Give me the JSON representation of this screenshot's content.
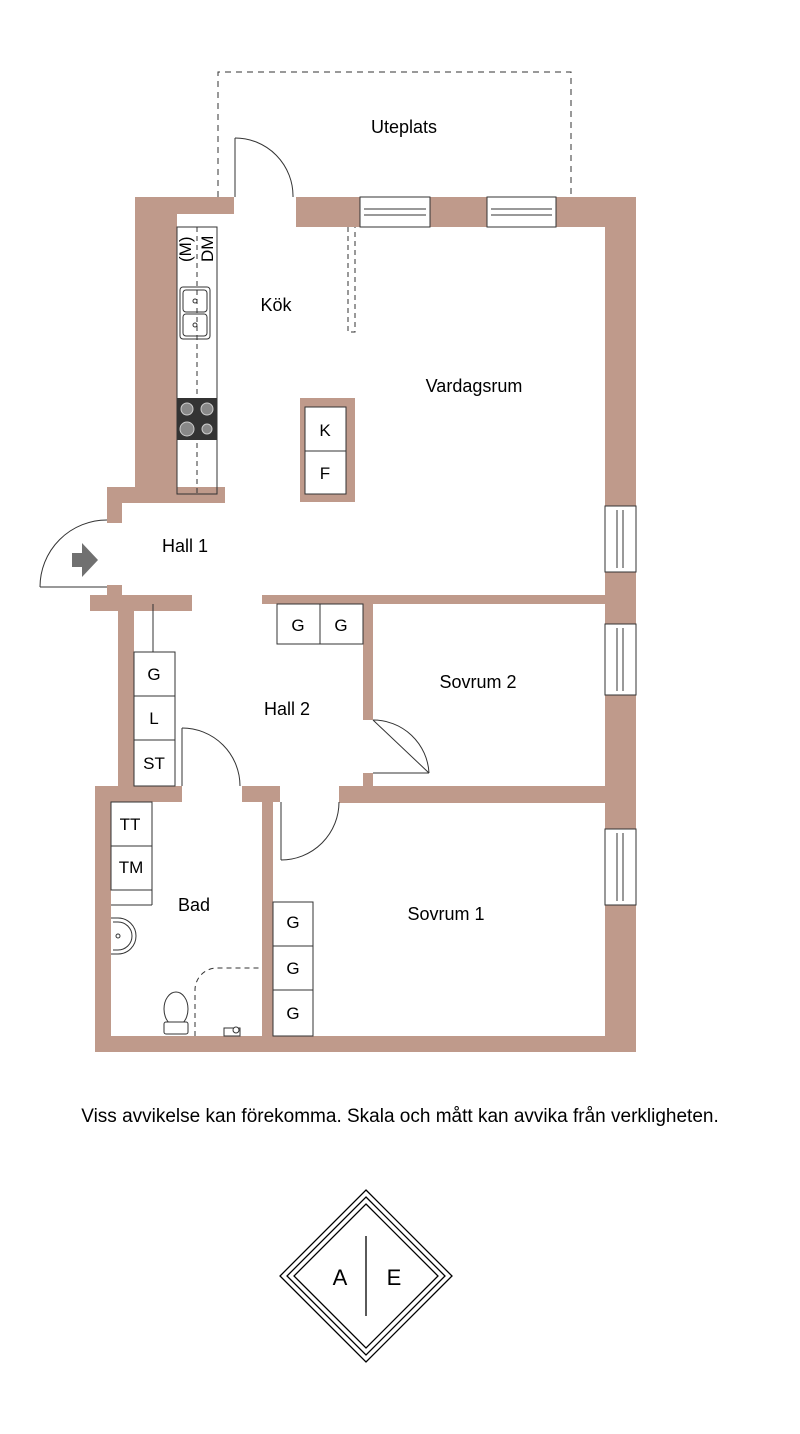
{
  "colors": {
    "wall": "#bf9a8b",
    "wall_stroke": "#5a4a45",
    "line": "#333333",
    "entry_arrow": "#707070",
    "stove": "#333333"
  },
  "rooms": {
    "uteplats": "Uteplats",
    "kok": "Kök",
    "vardagsrum": "Vardagsrum",
    "hall1": "Hall 1",
    "hall2": "Hall 2",
    "sovrum2": "Sovrum 2",
    "sovrum1": "Sovrum 1",
    "bad": "Bad"
  },
  "fixtures": {
    "microwave": "(M)",
    "dishwasher": "DM",
    "island_fridge": "K",
    "island_freezer": "F",
    "hall2_wardrobes": [
      "G",
      "G"
    ],
    "hall2_closets": [
      "G",
      "L",
      "ST"
    ],
    "bath_units": [
      "TT",
      "TM"
    ],
    "sovrum1_wardrobes": [
      "G",
      "G",
      "G"
    ]
  },
  "disclaimer": "Viss avvikelse kan förekomma. Skala och mått kan avvika från verkligheten.",
  "logo": {
    "left_letter": "A",
    "right_letter": "E"
  },
  "icons": {
    "entry": "entry-arrow-icon",
    "sink": "sink-icon",
    "stove": "stove-icon",
    "toilet": "toilet-icon",
    "washbasin": "washbasin-icon"
  }
}
